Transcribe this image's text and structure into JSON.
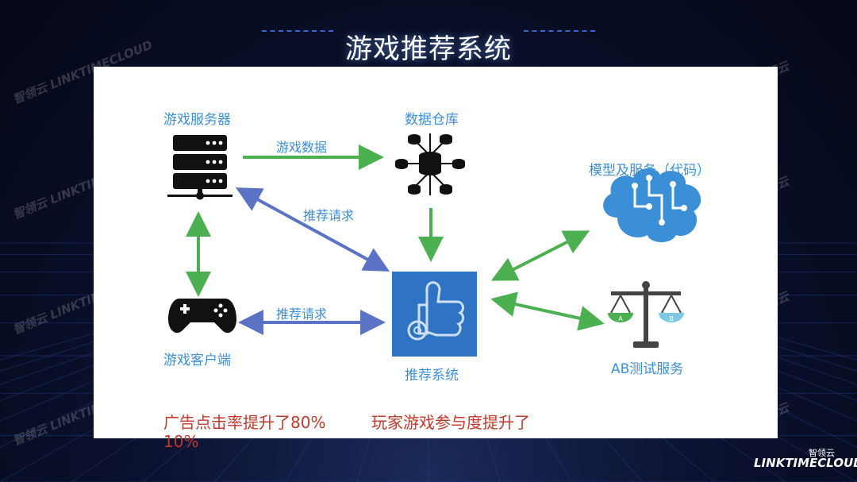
{
  "slide": {
    "title": "游戏推荐系统"
  },
  "nodes": {
    "game_server": "游戏服务器",
    "data_warehouse": "数据仓库",
    "model_service": "模型及服务（代码）",
    "recommend_system": "推荐系统",
    "game_client": "游戏客户端",
    "ab_test": "AB测试服务"
  },
  "edges": {
    "game_data": "游戏数据",
    "request_server": "推荐请求",
    "request_client": "推荐请求"
  },
  "results": {
    "ad_ctr": "广告点击率提升了80%",
    "engagement_line1": "玩家游戏参与度提升了",
    "engagement_line2": "10%"
  },
  "ab_labels": {
    "a": "A",
    "b": "B"
  },
  "watermark": {
    "cn": "智领云",
    "en": "LINKTIMECLOUD"
  },
  "logo": {
    "cn": "智领云",
    "en": "LINKTIMECLOUD"
  },
  "colors": {
    "green_arrow": "#4caf50",
    "blue_arrow": "#5b73c4",
    "node_text": "#3d8fd6",
    "result_text": "#c0392b",
    "recommend_box": "#2e73c4",
    "brain": "#3a8fd6"
  }
}
